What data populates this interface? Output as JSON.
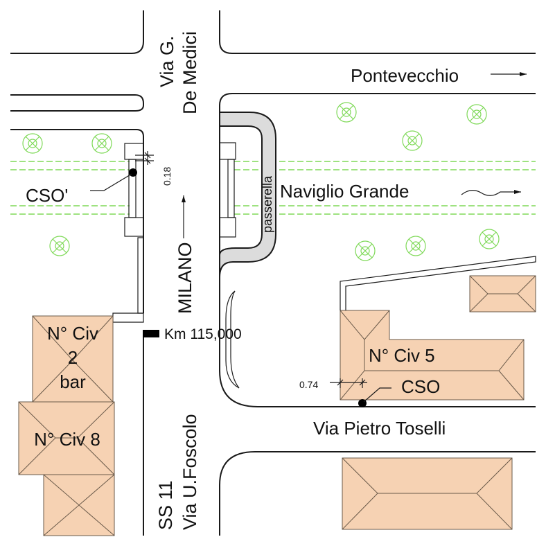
{
  "streets": {
    "via_medici_line1": "Via G.",
    "via_medici_line2": "De Medici",
    "via_foscolo_line1": "SS 11",
    "via_foscolo_line2": "Via U.Foscolo",
    "via_toselli": "Via Pietro Toselli",
    "pontevecchio": "Pontevecchio",
    "milano": "MILANO"
  },
  "waterway": {
    "canal": "Naviglio Grande",
    "footbridge": "passerella"
  },
  "buildings": {
    "civ2_line1": "N° Civ",
    "civ2_line2": "2",
    "civ2_line3": "bar",
    "civ8": "N° Civ 8",
    "civ5": "N° Civ 5"
  },
  "markers": {
    "cso_prime": "CSO'",
    "cso": "CSO",
    "km": "Km 115,000",
    "dim_018": "0.18",
    "dim_074": "0.74"
  },
  "colors": {
    "building_fill": "#f6d2b3",
    "vegetation": "#7ed957",
    "footbridge_fill": "#dcdcdc"
  }
}
